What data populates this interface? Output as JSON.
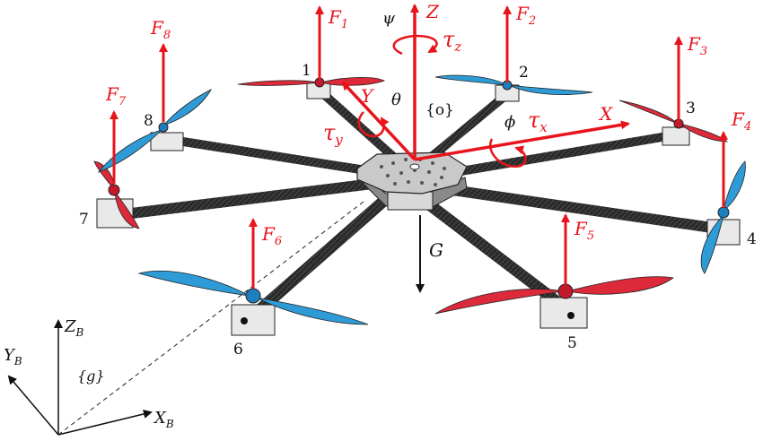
{
  "colors": {
    "force": "#e8141b",
    "blue_prop": "#2f9bd6",
    "red_prop": "#dd2a3a",
    "arm": "#2b2b2b",
    "hub": "#c9c9c9"
  },
  "motors": [
    {
      "index": "1",
      "force": "F",
      "sub": "1",
      "prop": "red"
    },
    {
      "index": "2",
      "force": "F",
      "sub": "2",
      "prop": "blue"
    },
    {
      "index": "3",
      "force": "F",
      "sub": "3",
      "prop": "red"
    },
    {
      "index": "4",
      "force": "F",
      "sub": "4",
      "prop": "blue"
    },
    {
      "index": "5",
      "force": "F",
      "sub": "5",
      "prop": "red"
    },
    {
      "index": "6",
      "force": "F",
      "sub": "6",
      "prop": "blue"
    },
    {
      "index": "7",
      "force": "F",
      "sub": "7",
      "prop": "red"
    },
    {
      "index": "8",
      "force": "F",
      "sub": "8",
      "prop": "blue"
    }
  ],
  "body_frame": {
    "x": "X",
    "y": "Y",
    "z": "Z",
    "frame": "{o}",
    "tau": "τ",
    "tau_x": "x",
    "tau_y": "y",
    "tau_z": "z",
    "phi": "ϕ",
    "theta": "θ",
    "psi": "ψ",
    "gravity": "G"
  },
  "ground_frame": {
    "x": "X",
    "y": "Y",
    "z": "Z",
    "sub": "B",
    "frame": "{g}"
  }
}
